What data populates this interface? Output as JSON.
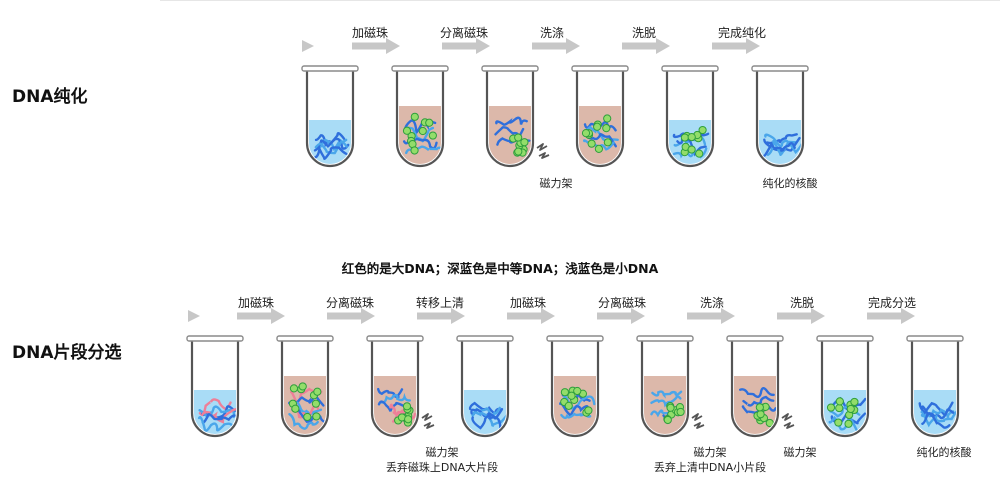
{
  "colors": {
    "tube_outline": "#555555",
    "tube_rim": "#8a8a8a",
    "arrow": "#c7c7c7",
    "liquid_blue": "#a9dcf6",
    "liquid_beige": "#dcb8aa",
    "dna_dark_blue": "#2f6fdc",
    "dna_light_blue": "#4aa6ea",
    "dna_red": "#ee7f98",
    "bead_green": "#93dd6a",
    "bead_edge": "#2f9f3c",
    "magnet": "#555555"
  },
  "top": {
    "title": "DNA纯化",
    "steps": [
      "加磁珠",
      "分离磁珠",
      "洗涤",
      "洗脱",
      "完成纯化"
    ],
    "notes": {
      "magnet": "磁力架",
      "result": "纯化的核酸"
    },
    "tubes": [
      {
        "liquid": "blue",
        "contents": "dna"
      },
      {
        "liquid": "beige",
        "contents": "dna_beads"
      },
      {
        "liquid": "beige",
        "contents": "beads_bottom",
        "magnet": true
      },
      {
        "liquid": "beige",
        "contents": "dna_beads"
      },
      {
        "liquid": "blue",
        "contents": "dna_beads"
      },
      {
        "liquid": "blue",
        "contents": "dna"
      }
    ]
  },
  "legend": "红色的是大DNA；深蓝色是中等DNA；浅蓝色是小DNA",
  "bottom": {
    "title": "DNA片段分选",
    "steps": [
      "加磁珠",
      "分离磁珠",
      "转移上清",
      "加磁珠",
      "分离磁珠",
      "洗涤",
      "洗脱",
      "完成分选"
    ],
    "notes": {
      "magnet1_line1": "磁力架",
      "magnet1_line2": "丢弃磁珠上DNA大片段",
      "magnet2_line1": "磁力架",
      "magnet2_line2": "丢弃上清中DNA小片段",
      "magnet3": "磁力架",
      "result": "纯化的核酸"
    },
    "tubes": [
      {
        "liquid": "blue",
        "contents": "mixed"
      },
      {
        "liquid": "beige",
        "contents": "mixed_beads"
      },
      {
        "liquid": "beige",
        "contents": "red_beads_bottom",
        "magnet": true
      },
      {
        "liquid": "blue",
        "contents": "mid_small"
      },
      {
        "liquid": "beige",
        "contents": "mid_beads"
      },
      {
        "liquid": "beige",
        "contents": "beads_bottom_small",
        "magnet": true
      },
      {
        "liquid": "beige",
        "contents": "beads_bottom",
        "magnet": true
      },
      {
        "liquid": "blue",
        "contents": "dna_beads"
      },
      {
        "liquid": "blue",
        "contents": "dna"
      }
    ]
  }
}
